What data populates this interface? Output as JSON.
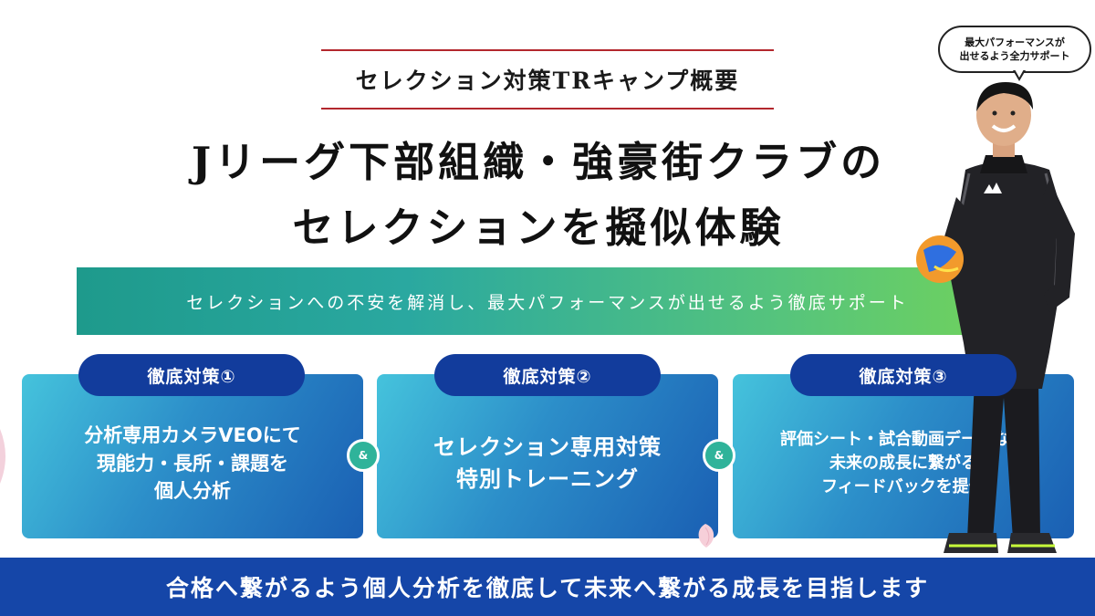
{
  "header": {
    "label": "セレクション対策TRキャンプ概要"
  },
  "headline": {
    "line1": "Jリーグ下部組織・強豪街クラブの",
    "line2": "セレクションを擬似体験"
  },
  "banner": {
    "text": "セレクションへの不安を解消し、最大パフォーマンスが出せるよう徹底サポート"
  },
  "cards": [
    {
      "pill": "徹底対策①",
      "text": "分析専用カメラVEOにて\n現能力・長所・課題を\n個人分析"
    },
    {
      "pill": "徹底対策②",
      "text": "セレクション専用対策\n特別トレーニング"
    },
    {
      "pill": "徹底対策③",
      "text": "評価シート・試合動画データなど\n未来の成長に繋がる\nフィードバックを提供"
    }
  ],
  "connectors": {
    "symbol": "&"
  },
  "speech_bubble": {
    "text": "最大パフォーマンスが\n出せるよう全力サポート"
  },
  "bottom_bar": {
    "text": "合格へ繋がるよう個人分析を徹底して未来へ繋がる成長を目指します"
  },
  "colors": {
    "accent_red": "#b3272d",
    "navy": "#123c9c",
    "bottom_blue": "#1546a8",
    "teal": "#1e9a8c",
    "green": "#72d35a"
  },
  "icons": {
    "petal": "sakura-petal-icon",
    "coach": "coach-photo"
  }
}
